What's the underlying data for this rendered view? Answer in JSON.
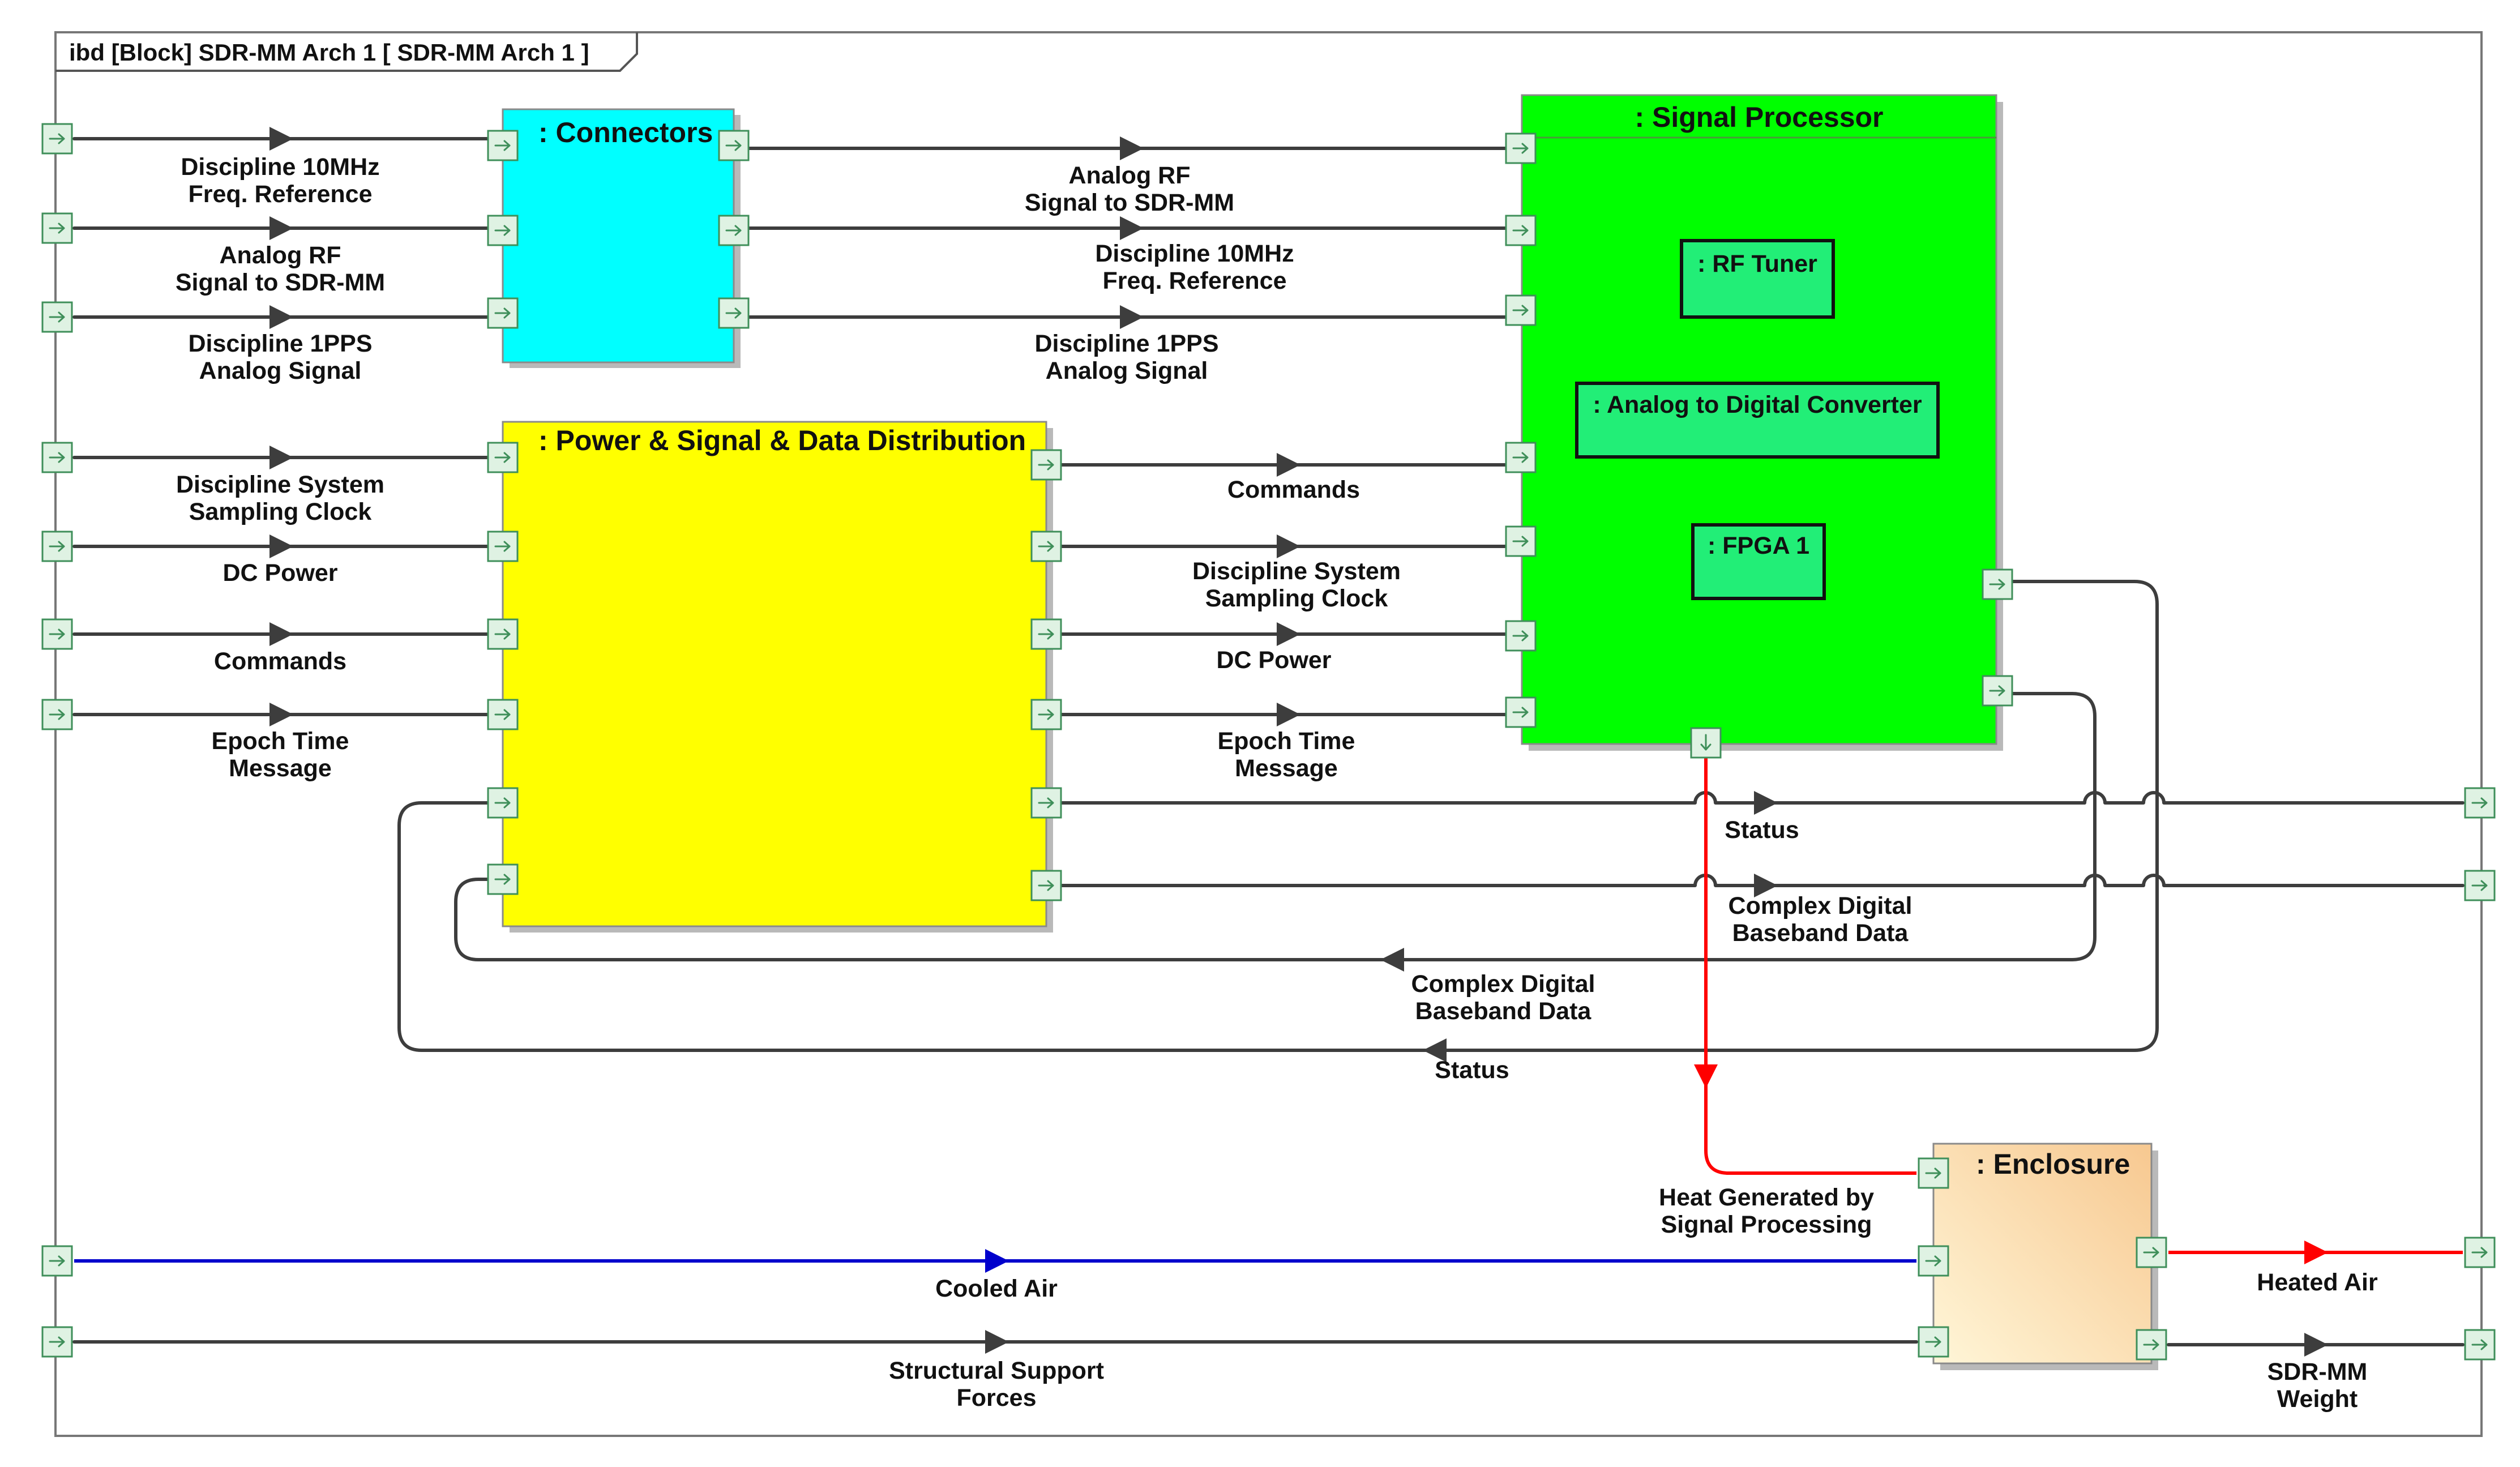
{
  "diagram": {
    "title": "ibd [Block] SDR-MM Arch 1 [ SDR-MM Arch 1 ]",
    "colors": {
      "connectors": "#00ffff",
      "distribution": "#ffff00",
      "signal_processor": "#00ff00",
      "subpart": "#22ee77",
      "enclosure_light": "#fff6d8",
      "enclosure_dark": "#f7c890",
      "wire": "#3d3d3d",
      "heat": "#ff0000",
      "air": "#0000cc",
      "port": "#3f8f5a"
    },
    "blocks": {
      "connectors": ": Connectors",
      "distribution": ": Power & Signal & Data Distribution",
      "signal_processor": ": Signal Processor",
      "rf_tuner": ": RF Tuner",
      "adc": ": Analog to Digital Converter",
      "fpga": ": FPGA 1",
      "enclosure": ": Enclosure"
    },
    "flows": {
      "in_freq_ref": [
        "Discipline 10MHz",
        "Freq. Reference"
      ],
      "in_rf": [
        "Analog RF",
        "Signal to SDR-MM"
      ],
      "in_pps": [
        "Discipline 1PPS",
        "Analog Signal"
      ],
      "in_clock": [
        "Discipline System",
        "Sampling Clock"
      ],
      "in_dc": [
        "DC Power"
      ],
      "in_cmd": [
        "Commands"
      ],
      "in_epoch": [
        "Epoch Time",
        "Message"
      ],
      "sp_rf": [
        "Analog RF",
        "Signal to SDR-MM"
      ],
      "sp_freq_ref": [
        "Discipline 10MHz",
        "Freq. Reference"
      ],
      "sp_pps": [
        "Discipline 1PPS",
        "Analog Signal"
      ],
      "sp_cmd": [
        "Commands"
      ],
      "sp_clock": [
        "Discipline System",
        "Sampling Clock"
      ],
      "sp_dc": [
        "DC Power"
      ],
      "sp_epoch": [
        "Epoch Time",
        "Message"
      ],
      "out_status": [
        "Status"
      ],
      "out_cdbd": [
        "Complex Digital",
        "Baseband Data"
      ],
      "ret_cdbd": [
        "Complex Digital",
        "Baseband Data"
      ],
      "ret_status": [
        "Status"
      ],
      "heat": [
        "Heat Generated by",
        "Signal Processing"
      ],
      "cooled_air": [
        "Cooled Air"
      ],
      "support": [
        "Structural Support",
        "Forces"
      ],
      "heated_air": [
        "Heated Air"
      ],
      "weight": [
        "SDR-MM",
        "Weight"
      ]
    }
  }
}
